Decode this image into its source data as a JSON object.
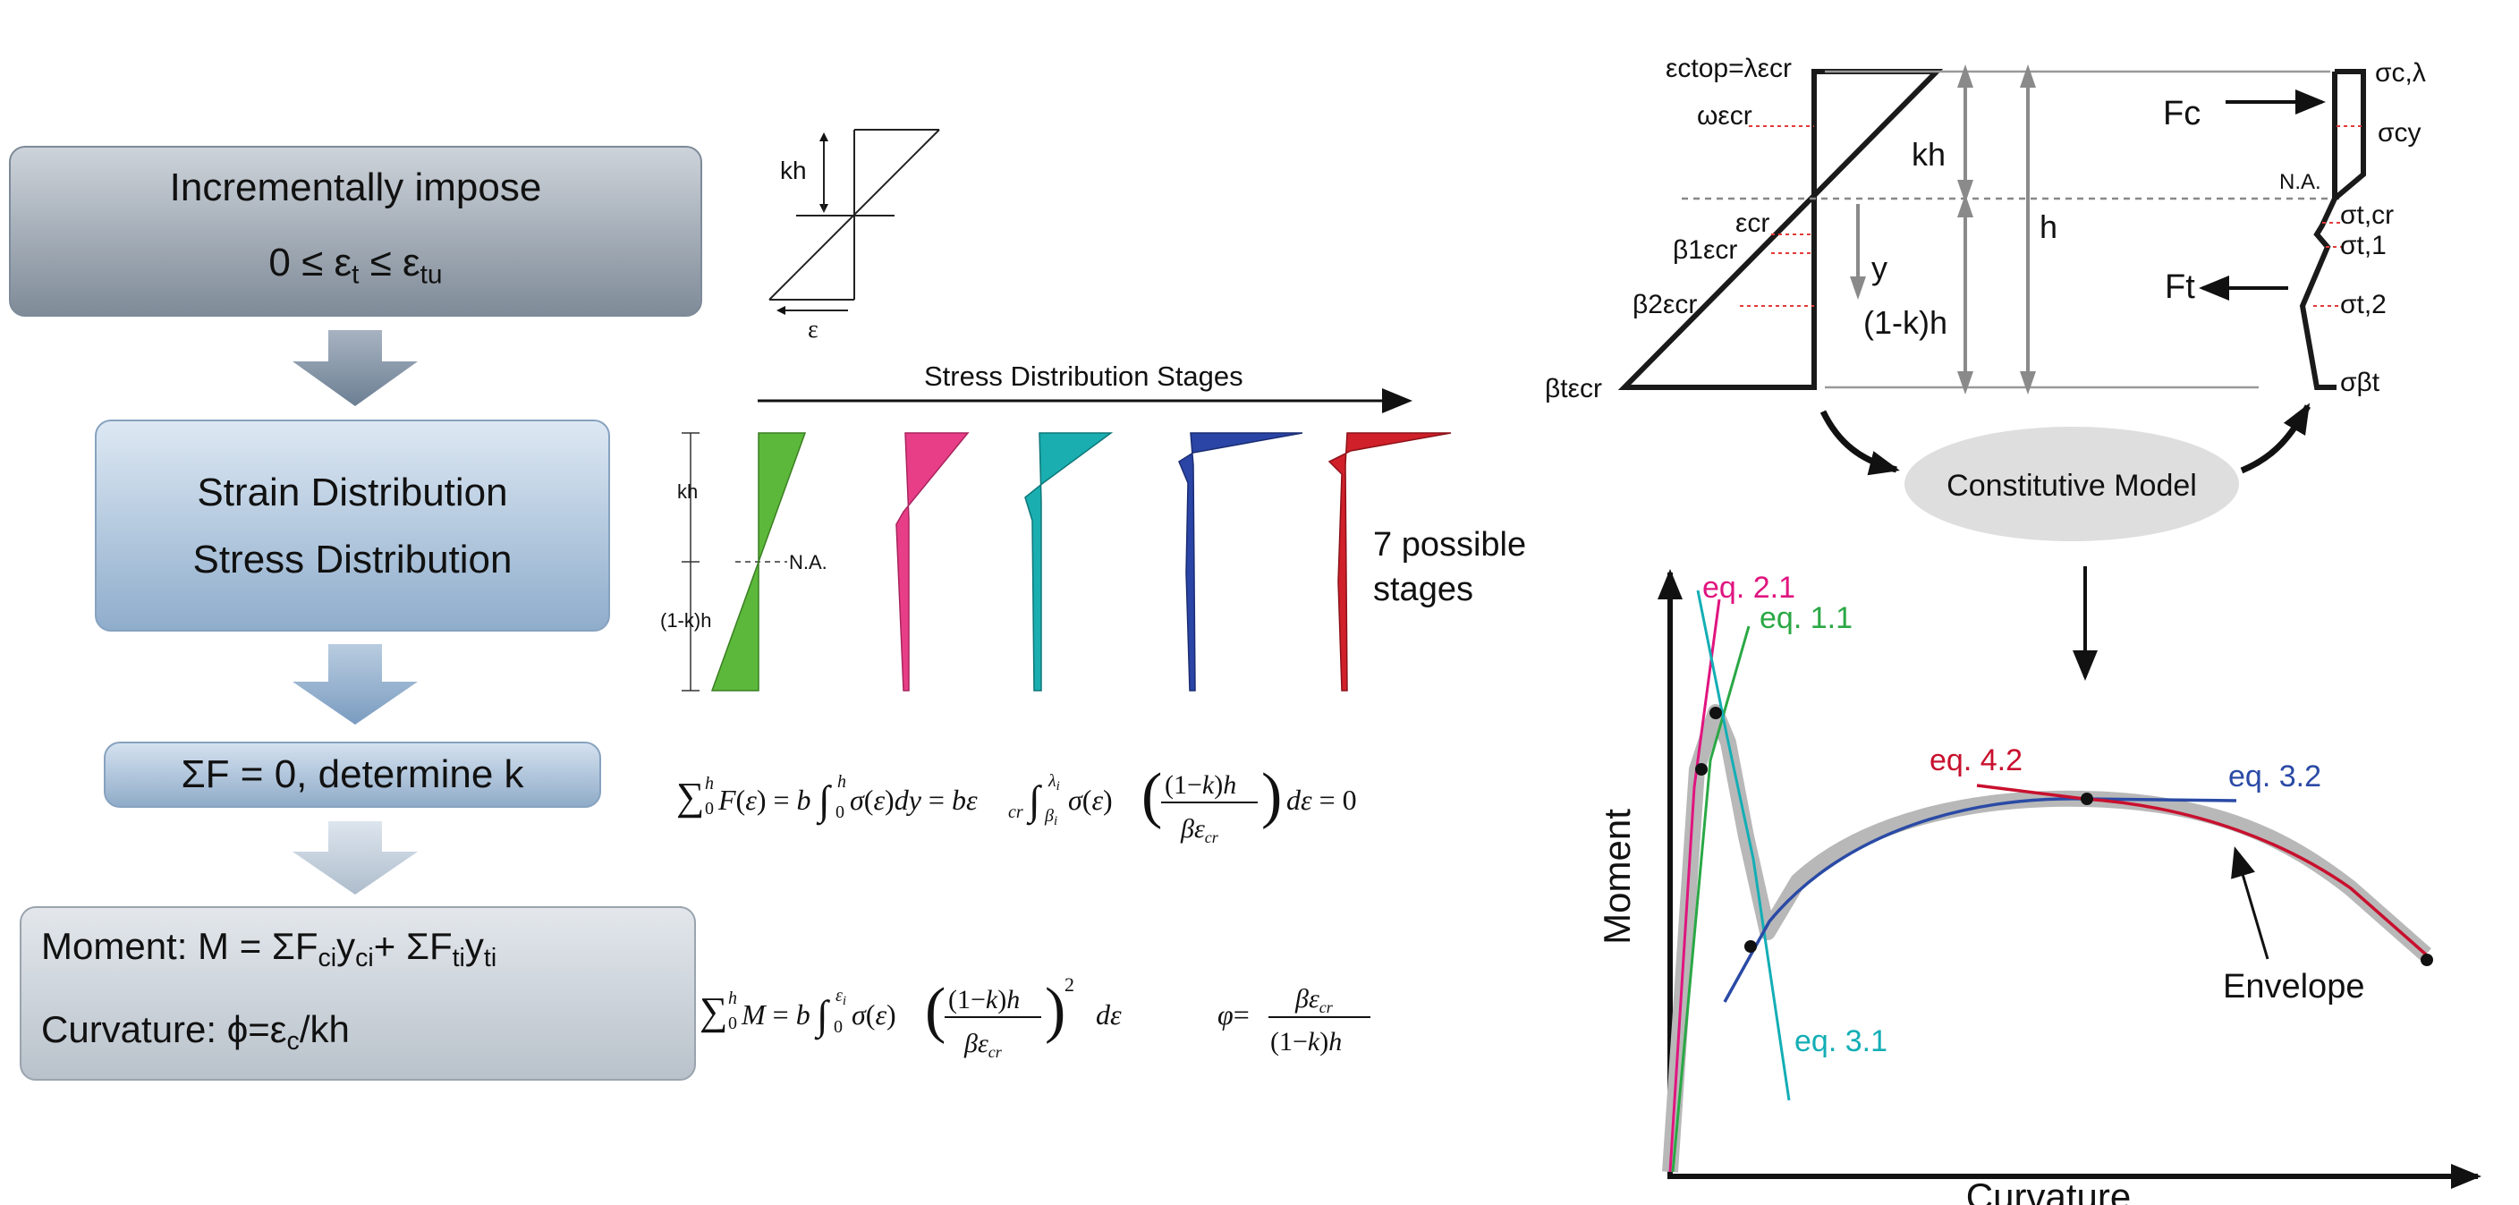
{
  "flowchart": {
    "box1": {
      "line1": "Incrementally impose",
      "line2_prefix": "0 ≤ ε",
      "line2_sub1": "t",
      "line2_mid": " ≤ ε",
      "line2_sub2": "tu"
    },
    "box2": {
      "line1": "Strain Distribution",
      "line2": "Stress Distribution"
    },
    "box3": {
      "text": "ΣF = 0, determine k"
    },
    "box4": {
      "moment_label": "Moment:  M = ΣF",
      "sub_ci": "ci",
      "y": "y",
      "sub_ci2": "ci",
      "plus": "+ ΣF",
      "sub_ti": "ti",
      "y2": "y",
      "sub_ti2": "ti",
      "curvature_label": "Curvature: ϕ=ε",
      "sub_c": "c",
      "curv_tail": "/kh"
    }
  },
  "strain_icon": {
    "kh": "kh",
    "epsilon": "ε"
  },
  "stages": {
    "title": "Stress Distribution Stages",
    "kh": "kh",
    "na": "N.A.",
    "one_minus_kh": "(1-k)h",
    "note_line1": "7 possible",
    "note_line2": "stages",
    "colors": [
      "#5cb83a",
      "#e83e87",
      "#1aaeb0",
      "#2a45a6",
      "#d0202a"
    ]
  },
  "equations": {
    "force": "∑₀ʰ F(ε) = b∫₀ʰ σ(ε)dy = bε꜀ᵣ ∫ σ(ε) ((1−k)h / βε꜀ᵣ) dε = 0",
    "moment": "∑₀ʰ M = b∫₀^εᵢ σ(ε) ((1−k)h / βε꜀ᵣ)² dε",
    "curvature": "φ = βε꜀ᵣ / (1−k)h"
  },
  "section": {
    "strain_labels": {
      "top": "εctop=λεcr",
      "omega": "ωεcr",
      "cr": "εcr",
      "beta1": "β1εcr",
      "beta2": "β2εcr",
      "betat": "βtεcr"
    },
    "dims": {
      "kh": "kh",
      "h": "h",
      "y": "y",
      "one_minus_kh": "(1-k)h"
    },
    "stress_labels": {
      "top": "σc,λ",
      "cy": "σcy",
      "na": "N.A.",
      "tcr": "σt,cr",
      "t1": "σt,1",
      "t2": "σt,2",
      "tb": "σβt"
    },
    "forces": {
      "fc": "Fc",
      "ft": "Ft"
    },
    "model": "Constitutive Model"
  },
  "moment_curve": {
    "ylabel": "Moment",
    "xlabel": "Curvature",
    "eq_labels": {
      "eq21": "eq. 2.1",
      "eq11": "eq. 1.1",
      "eq42": "eq. 4.2",
      "eq32": "eq. 3.2",
      "eq31": "eq. 3.1"
    },
    "envelope": "Envelope",
    "colors": {
      "eq21": "#e0157f",
      "eq11": "#2aa845",
      "eq42": "#c8102e",
      "eq32": "#2a4aa5",
      "eq31": "#13aeb5"
    }
  }
}
